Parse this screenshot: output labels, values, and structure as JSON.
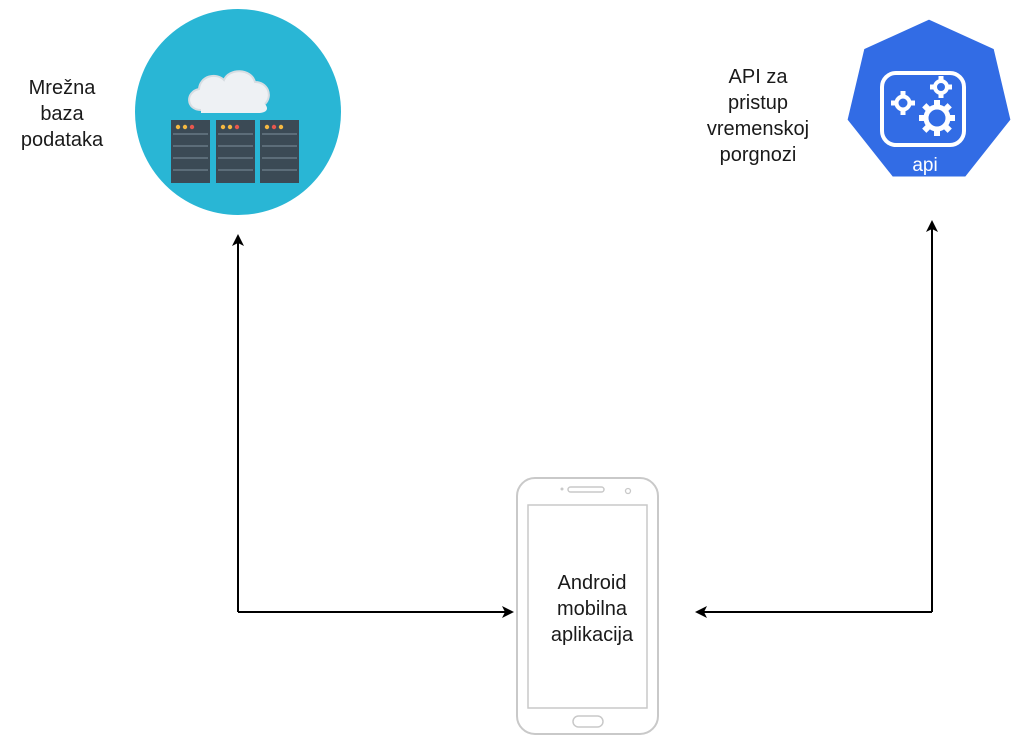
{
  "nodes": {
    "database": {
      "label_lines": [
        "Mrežna",
        "baza",
        "podataka"
      ],
      "icon": "cloud-server-icon",
      "color": "#29b6d5"
    },
    "api": {
      "label_lines": [
        "API za",
        "pristup",
        "vremenskoj",
        "porgnozi"
      ],
      "icon": "kubernetes-api-icon",
      "icon_text": "api",
      "color": "#326ce5"
    },
    "phone": {
      "label_lines": [
        "Android",
        "mobilna",
        "aplikacija"
      ],
      "icon": "smartphone-icon"
    }
  },
  "connections": [
    {
      "from": "phone",
      "to": "database",
      "direction": "bidirectional"
    },
    {
      "from": "phone",
      "to": "api",
      "direction": "bidirectional"
    }
  ]
}
